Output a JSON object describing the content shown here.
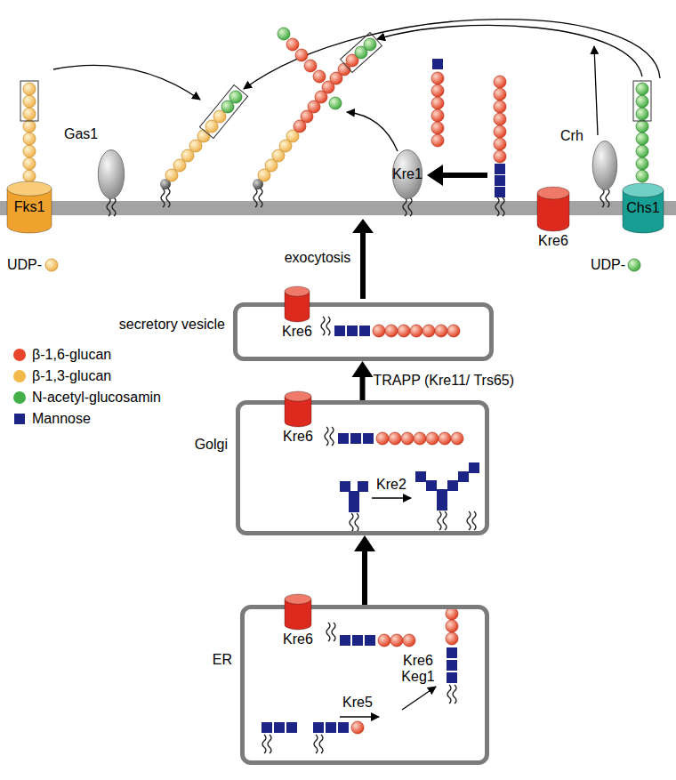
{
  "diagram": {
    "nodes": [
      {
        "text": [
          "Fks1"
        ]
      },
      {
        "text": [
          "Gas1"
        ]
      },
      {
        "text": [
          "Kre1"
        ]
      },
      {
        "text": [
          "Kre6"
        ]
      },
      {
        "text": [
          "Crh"
        ]
      },
      {
        "text": [
          "Chs1"
        ]
      },
      {
        "text": [
          "secretory vesicle"
        ]
      },
      {
        "text": [
          "Kre6"
        ],
        "in": 6
      },
      {
        "text": [
          "Golgi"
        ]
      },
      {
        "text": [
          "Kre6"
        ],
        "in": 8
      },
      {
        "text": [
          "ER"
        ]
      },
      {
        "text": [
          "Kre6"
        ],
        "in": 10
      }
    ],
    "edges": [
      {
        "from": 10,
        "to": 8,
        "arrow": "to"
      },
      {
        "from": 8,
        "to": 6,
        "arrow": "to",
        "label": "TRAPP (Kre11/ Trs65)"
      }
    ],
    "labels": [
      "UDP-",
      "UDP-",
      "exocytosis",
      "Kre2",
      "Kre5",
      "Kre6 Keg1"
    ],
    "legend": [
      {
        "text": "β-1,6-glucan",
        "color": "#e8452a"
      },
      {
        "text": "β-1,3-glucan",
        "color": "#f2b84b"
      },
      {
        "text": "N-acetyl-glucosamin",
        "color": "#45b04a"
      },
      {
        "text": "Mannose",
        "color": "#1c2585"
      }
    ]
  }
}
